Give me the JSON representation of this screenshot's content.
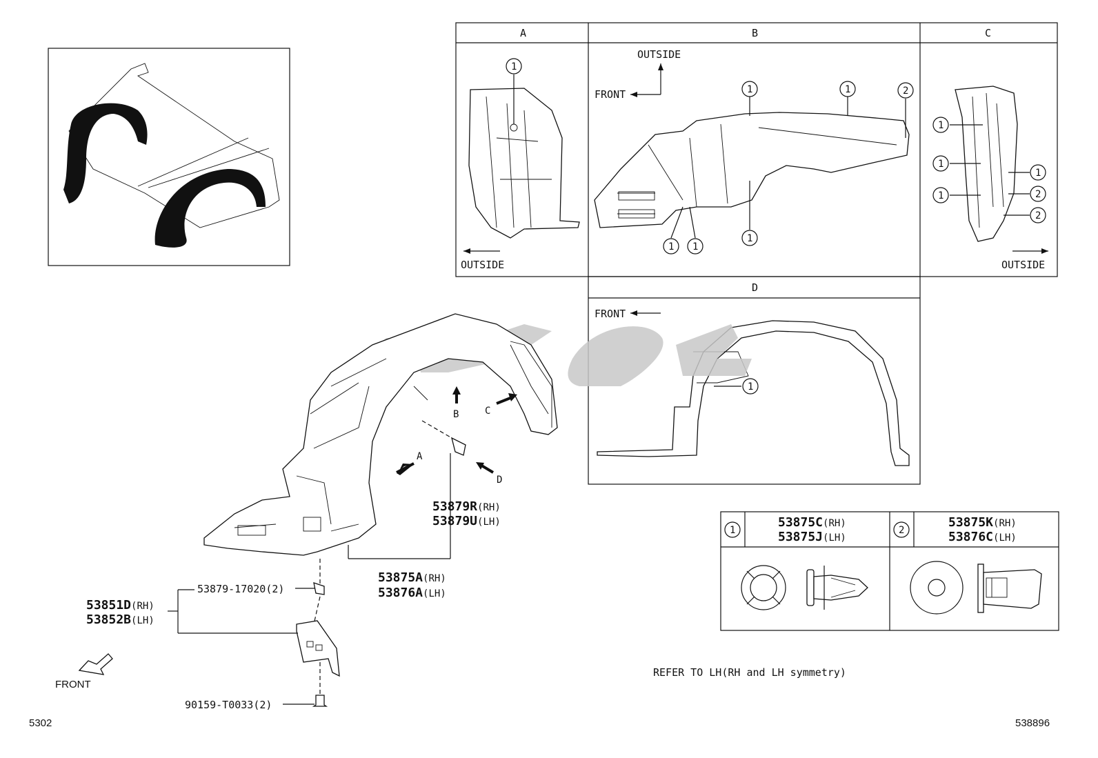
{
  "panels": {
    "a": {
      "title": "A",
      "outside": "OUTSIDE"
    },
    "b": {
      "title": "B",
      "outside": "OUTSIDE",
      "front": "FRONT"
    },
    "c": {
      "title": "C",
      "outside": "OUTSIDE"
    },
    "d": {
      "title": "D",
      "front": "FRONT"
    }
  },
  "callouts": {
    "one": "1",
    "two": "2"
  },
  "view_arrows": {
    "a": "A",
    "b": "B",
    "c": "C",
    "d": "D"
  },
  "parts": {
    "screw_rh": "53879R",
    "screw_lh": "53879U",
    "liner_rh": "53875A",
    "liner_lh": "53876A",
    "bracket_rh": "53851D",
    "bracket_lh": "53852B",
    "nut": "53879-17020(2)",
    "bolt": "90159-T0033(2)",
    "rh": "(RH)",
    "lh": "(LH)"
  },
  "legend_table": {
    "clip1_rh": "53875C",
    "clip1_lh": "53875J",
    "clip2_rh": "53875K",
    "clip2_lh": "53876C",
    "rh": "(RH)",
    "lh": "(LH)"
  },
  "front_label": "FRONT",
  "note": "REFER TO LH(RH and LH symmetry)",
  "page_code_left": "5302",
  "page_code_right": "538896"
}
